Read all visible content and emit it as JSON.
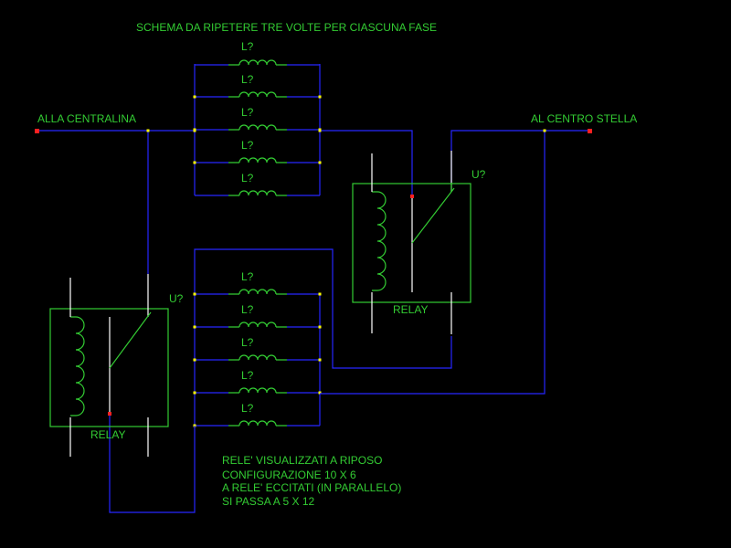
{
  "title": "SCHEMA DA RIPETERE TRE VOLTE PER CIASCUNA FASE",
  "terminals": {
    "left": "ALLA CENTRALINA",
    "right": "AL CENTRO STELLA"
  },
  "inductor_label": "L?",
  "relay": {
    "ref": "U?",
    "name": "RELAY"
  },
  "notes": [
    "RELE' VISUALIZZATI A RIPOSO",
    "CONFIGURAZIONE 10 X 6",
    "A RELE' ECCITATI (IN PARALLELO)",
    "SI PASSA A 5 X 12"
  ],
  "colors": {
    "background": "#000000",
    "text": "#33cc33",
    "wire": "#2626ff",
    "component": "#33cc33",
    "relay_pins": "#ffffff",
    "junction": "#ffff00",
    "terminal": "#ff2020"
  }
}
